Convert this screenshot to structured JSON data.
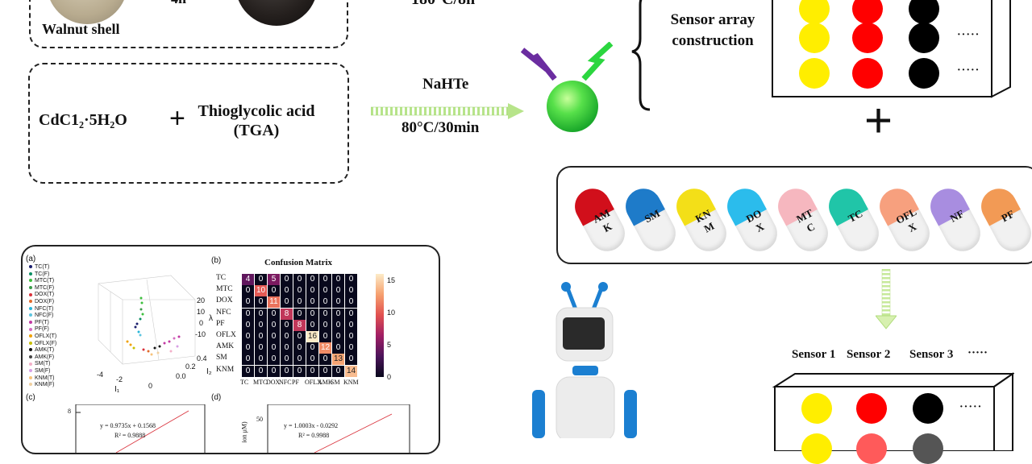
{
  "top": {
    "walnut_label": "Walnut shell",
    "time_partial": "4h",
    "temp_time_partial": "180°C/8h",
    "sensor_array_construction": "Sensor array\nconstruction"
  },
  "synthesis": {
    "reagent1": "CdC1₂·5H₂O",
    "plus": "+",
    "reagent2": "Thioglycolic acid\n(TGA)",
    "reducer": "NaHTe",
    "condition": "80°C/30min"
  },
  "array_top": {
    "rows": [
      [
        "#ffee00",
        "#ff0000",
        "#000000"
      ],
      [
        "#ffee00",
        "#ff0000",
        "#000000"
      ],
      [
        "#ffee00",
        "#ff0000",
        "#000000"
      ]
    ],
    "dots_text": "·····"
  },
  "big_plus": "+",
  "antibiotics": [
    {
      "label": "AM\nK",
      "color": "#d10f1b"
    },
    {
      "label": "SM",
      "color": "#1e7bc9"
    },
    {
      "label": "KN\nM",
      "color": "#f3df18"
    },
    {
      "label": "DO\nX",
      "color": "#2bbcec"
    },
    {
      "label": "MT\nC",
      "color": "#f6b7bf"
    },
    {
      "label": "TC",
      "color": "#20c5a8"
    },
    {
      "label": "OFL\nX",
      "color": "#f7a07e"
    },
    {
      "label": "NF",
      "color": "#a88de0"
    },
    {
      "label": "PF",
      "color": "#f29a55"
    }
  ],
  "sensors_header": {
    "s1": "Sensor 1",
    "s2": "Sensor 2",
    "s3": "Sensor 3",
    "dots": "·····"
  },
  "array_bottom": {
    "row": [
      "#ffee00",
      "#ff0000",
      "#000000"
    ],
    "dots_text": "·····"
  },
  "panel": {
    "a_label": "(a)",
    "b_label": "(b)",
    "c_label": "(c)",
    "d_label": "(d)",
    "legend": [
      "TC(T)",
      "TC(F)",
      "MTC(T)",
      "MTC(F)",
      "DOX(T)",
      "DOX(F)",
      "NFC(T)",
      "NFC(F)",
      "PF(T)",
      "PF(F)",
      "OFLX(T)",
      "OFLX(F)",
      "AMK(T)",
      "AMK(F)",
      "SM(T)",
      "SM(F)",
      "KNM(T)",
      "KNM(F)"
    ],
    "legend_colors": [
      "#1b1f6e",
      "#0a8f63",
      "#3cbf3c",
      "#3a9b4a",
      "#d9303a",
      "#e26a2b",
      "#29b6d9",
      "#5dc5e0",
      "#c23aa3",
      "#d46bc0",
      "#f0a100",
      "#c8c000",
      "#111111",
      "#444444",
      "#f3b0c9",
      "#d7a0e5",
      "#f7c27a",
      "#f0d0a0"
    ],
    "z_ticks": [
      "20",
      "10",
      "0",
      "-10"
    ],
    "z_axis": "λ",
    "x_ticks": [
      "-4",
      "-2",
      "0"
    ],
    "x_axis": "I₁",
    "y_ticks": [
      "0.4",
      "0.2",
      "0.0"
    ],
    "y_axis": "I₂",
    "cm_title": "Confusion Matrix",
    "cm_labels": [
      "TC",
      "MTC",
      "DOX",
      "NFC",
      "PF",
      "OFLX",
      "AMK",
      "SM",
      "KNM"
    ],
    "cm_values": [
      [
        4,
        0,
        5,
        0,
        0,
        0,
        0,
        0,
        0
      ],
      [
        0,
        10,
        0,
        0,
        0,
        0,
        0,
        0,
        0
      ],
      [
        0,
        0,
        11,
        0,
        0,
        0,
        0,
        0,
        0
      ],
      [
        0,
        0,
        0,
        8,
        0,
        0,
        0,
        0,
        0
      ],
      [
        0,
        0,
        0,
        0,
        8,
        0,
        0,
        0,
        0
      ],
      [
        0,
        0,
        0,
        0,
        0,
        16,
        0,
        0,
        0
      ],
      [
        0,
        0,
        0,
        0,
        0,
        0,
        12,
        0,
        0
      ],
      [
        0,
        0,
        0,
        0,
        0,
        0,
        0,
        13,
        0
      ],
      [
        0,
        0,
        0,
        0,
        0,
        0,
        0,
        0,
        14
      ]
    ],
    "cm_colorbar_ticks": [
      "15",
      "10",
      "5",
      "0"
    ],
    "c_eq": "y = 0.9735x + 0.1568",
    "c_r2": "R² = 0.9888",
    "d_eq": "y = 1.0003x - 0.0292",
    "d_r2": "R² = 0.9988",
    "d_tick": "50",
    "d_ylabel_partial": "ion μM)"
  }
}
